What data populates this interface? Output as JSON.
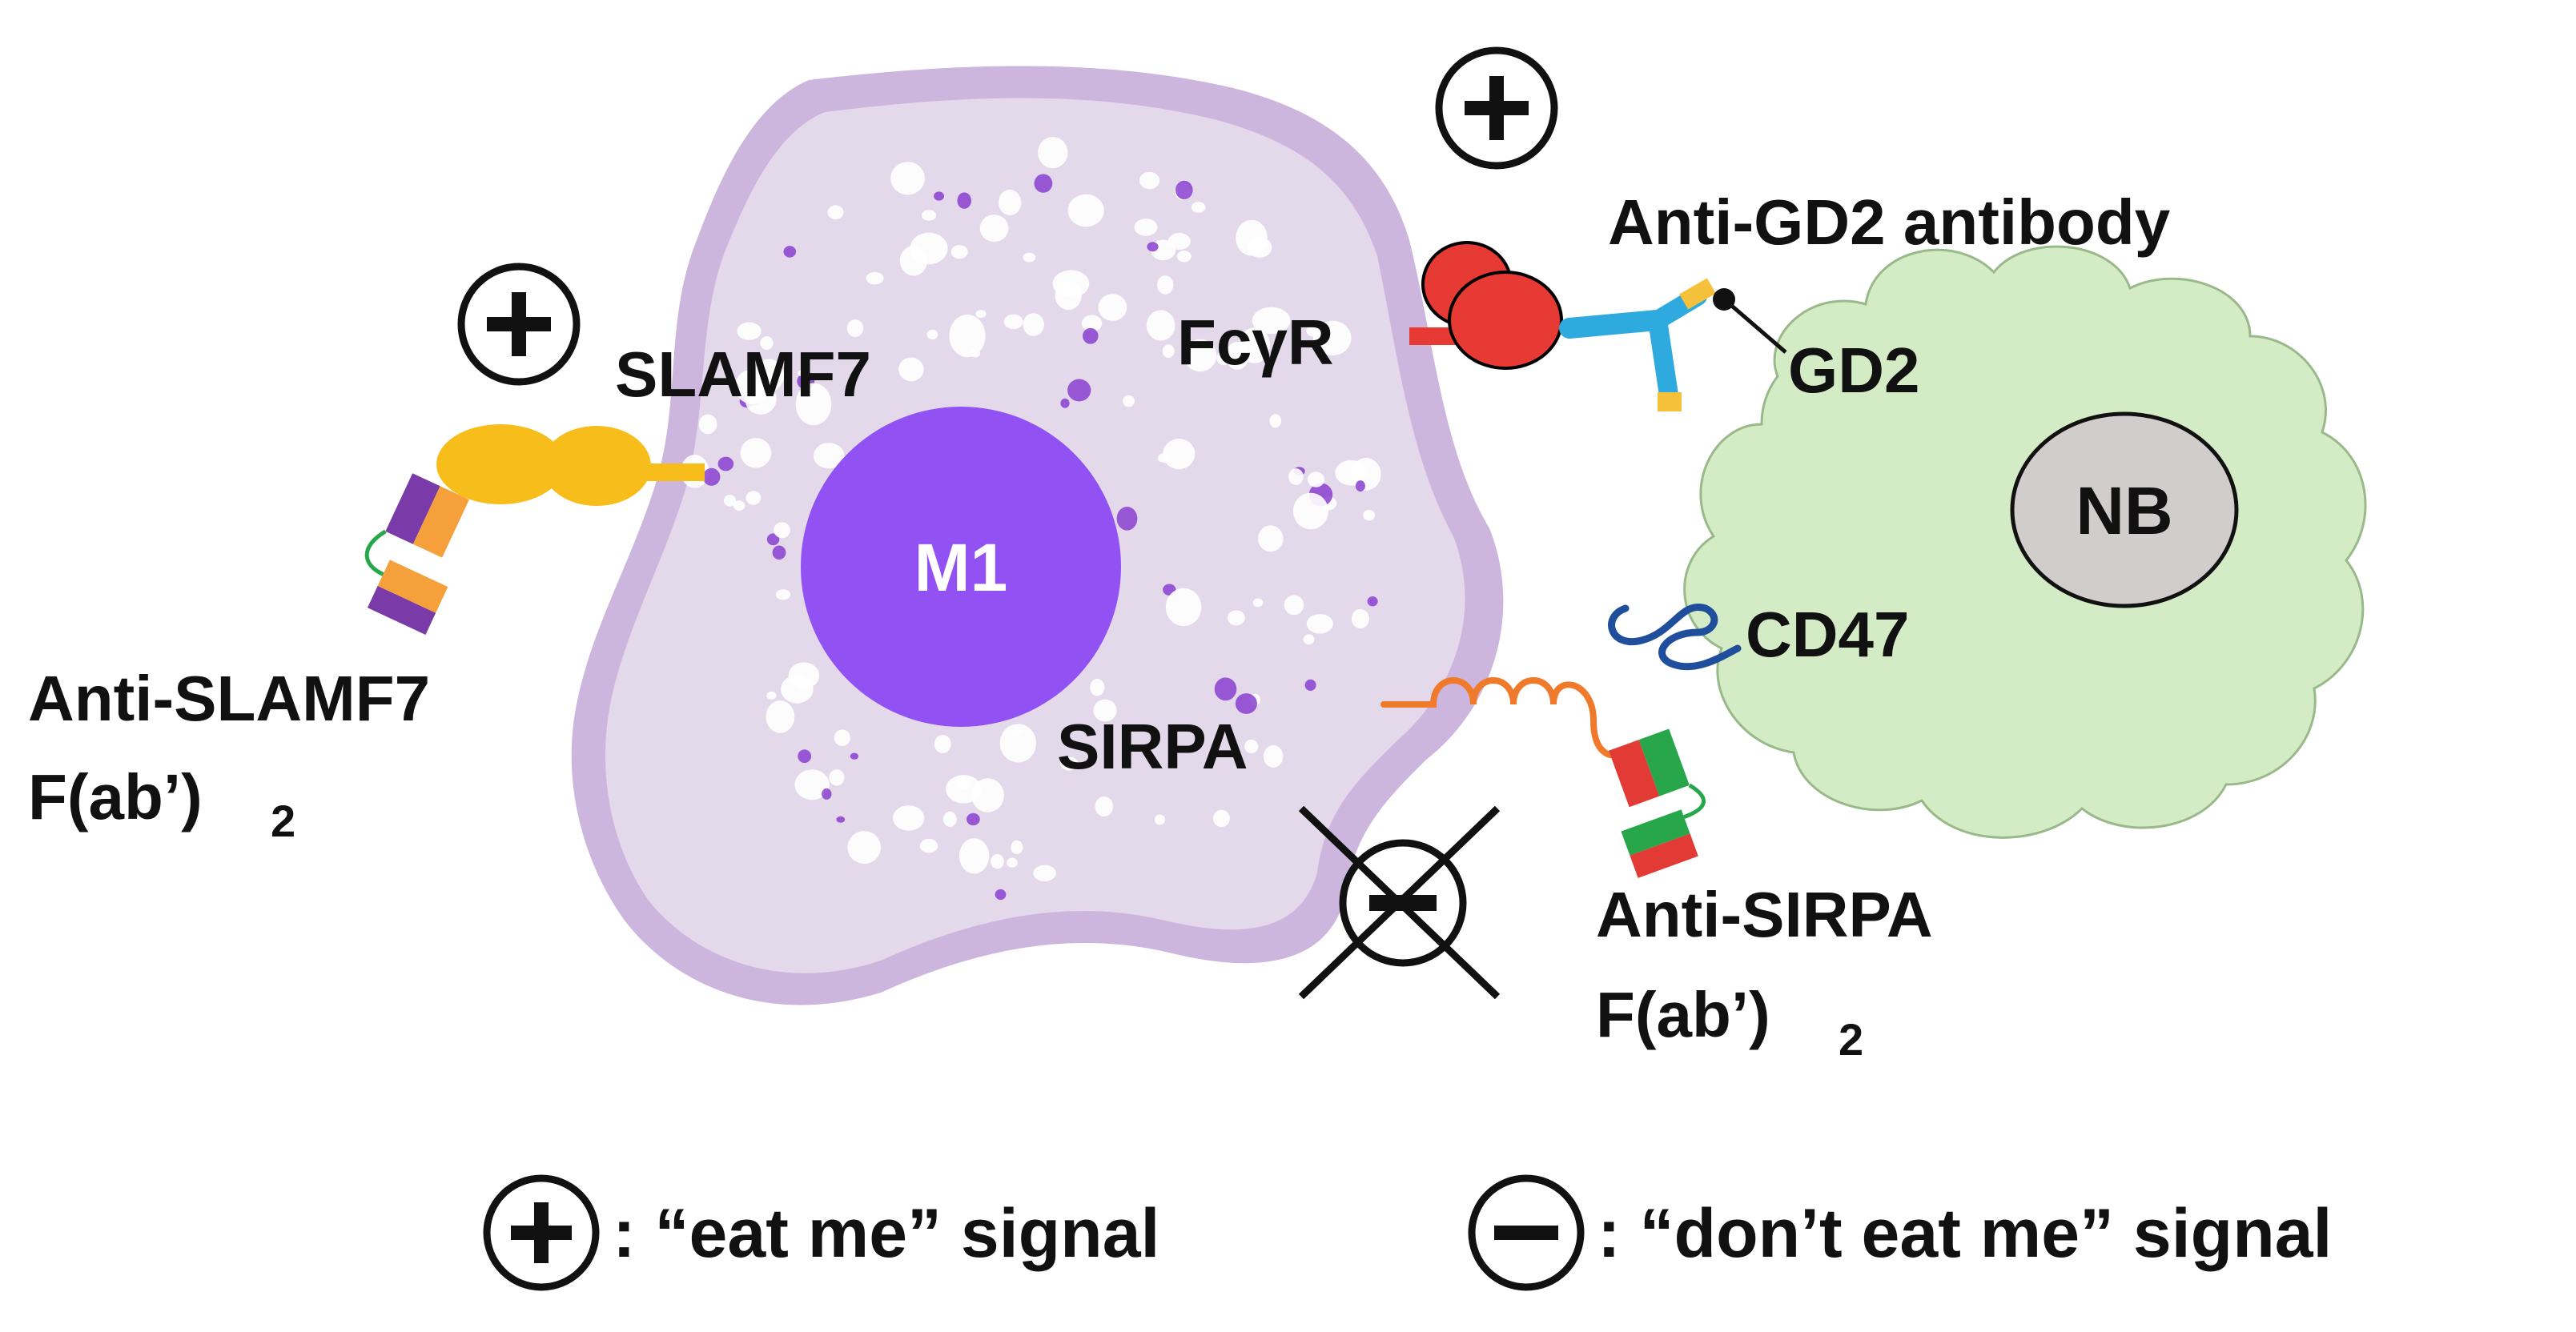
{
  "labels": {
    "slamf7": "SLAMF7",
    "fcgr": "FcγR",
    "m1": "M1",
    "sirpa": "SIRPA",
    "anti_gd2": "Anti-GD2 antibody",
    "gd2": "GD2",
    "nb": "NB",
    "cd47": "CD47",
    "anti_slamf7_line1": "Anti-SLAMF7",
    "anti_slamf7_line2": "F(ab’)",
    "anti_slamf7_sub": "2",
    "anti_sirpa_line1": "Anti-SIRPA",
    "anti_sirpa_line2": "F(ab’)",
    "anti_sirpa_sub": "2"
  },
  "legend": {
    "plus_text": ": “eat me” signal",
    "minus_text": ": “don’t eat me” signal"
  },
  "colors": {
    "macrophage_outer": "#cdb6de",
    "macrophage_inner": "#e3d9ea",
    "nucleus_m1": "#9151f3",
    "tumor_cell": "#d3ecc5",
    "nb_nucleus": "#d2cdcd",
    "fc_receptor": "#e83a34",
    "antibody_gd2": "#2eaadf",
    "slamf7_receptor": "#f7bd1a",
    "sirpa_receptor": "#f07a2b",
    "cd47": "#1f4f9c",
    "fab_purple": "#7a3aa8",
    "fab_orange": "#f5a03a",
    "fab_red": "#e23a35",
    "fab_green": "#28a64a"
  }
}
